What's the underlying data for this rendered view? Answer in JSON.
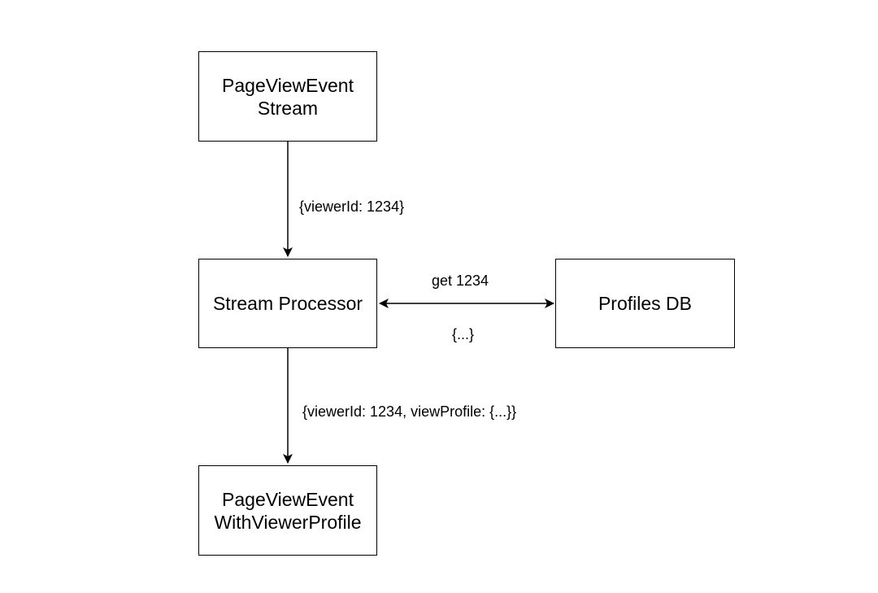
{
  "nodes": {
    "pageview_stream": {
      "line1": "PageViewEvent",
      "line2": "Stream"
    },
    "stream_processor": {
      "label": "Stream Processor"
    },
    "profiles_db": {
      "label": "Profiles DB"
    },
    "pageview_with_profile": {
      "line1": "PageViewEvent",
      "line2": "WithViewerProfile"
    }
  },
  "edges": {
    "stream_to_processor": {
      "label": "{viewerId: 1234}"
    },
    "processor_to_db": {
      "label": "get 1234"
    },
    "db_to_processor": {
      "label": "{...}"
    },
    "processor_to_output": {
      "label": "{viewerId: 1234, viewProfile: {...}}"
    }
  },
  "colors": {
    "stroke": "#000000",
    "background": "#ffffff"
  }
}
